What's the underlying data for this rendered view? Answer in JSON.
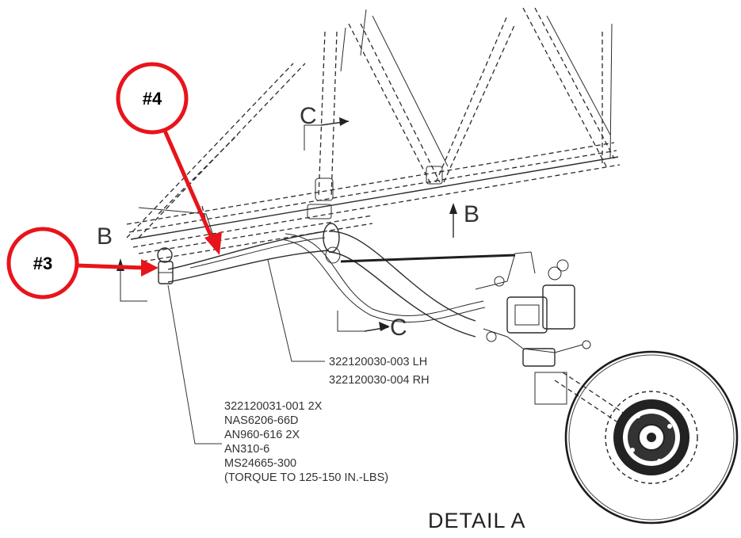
{
  "callouts": [
    {
      "id": "#3"
    },
    {
      "id": "#4"
    }
  ],
  "section_marks": {
    "b_left": "B",
    "b_right": "B",
    "c_top": "C",
    "c_bottom": "C"
  },
  "part_labels": {
    "strut": [
      "322120030-003 LH",
      "322120030-004 RH"
    ],
    "hardware": [
      "322120031-001 2X",
      "NAS6206-66D",
      "AN960-616 2X",
      "AN310-6",
      "MS24665-300",
      "(TORQUE TO 125-150 IN.-LBS)"
    ]
  },
  "detail_title": "DETAIL A",
  "colors": {
    "callout_red": "#e8141b",
    "linework": "#2b2b2b",
    "background": "#ffffff"
  }
}
